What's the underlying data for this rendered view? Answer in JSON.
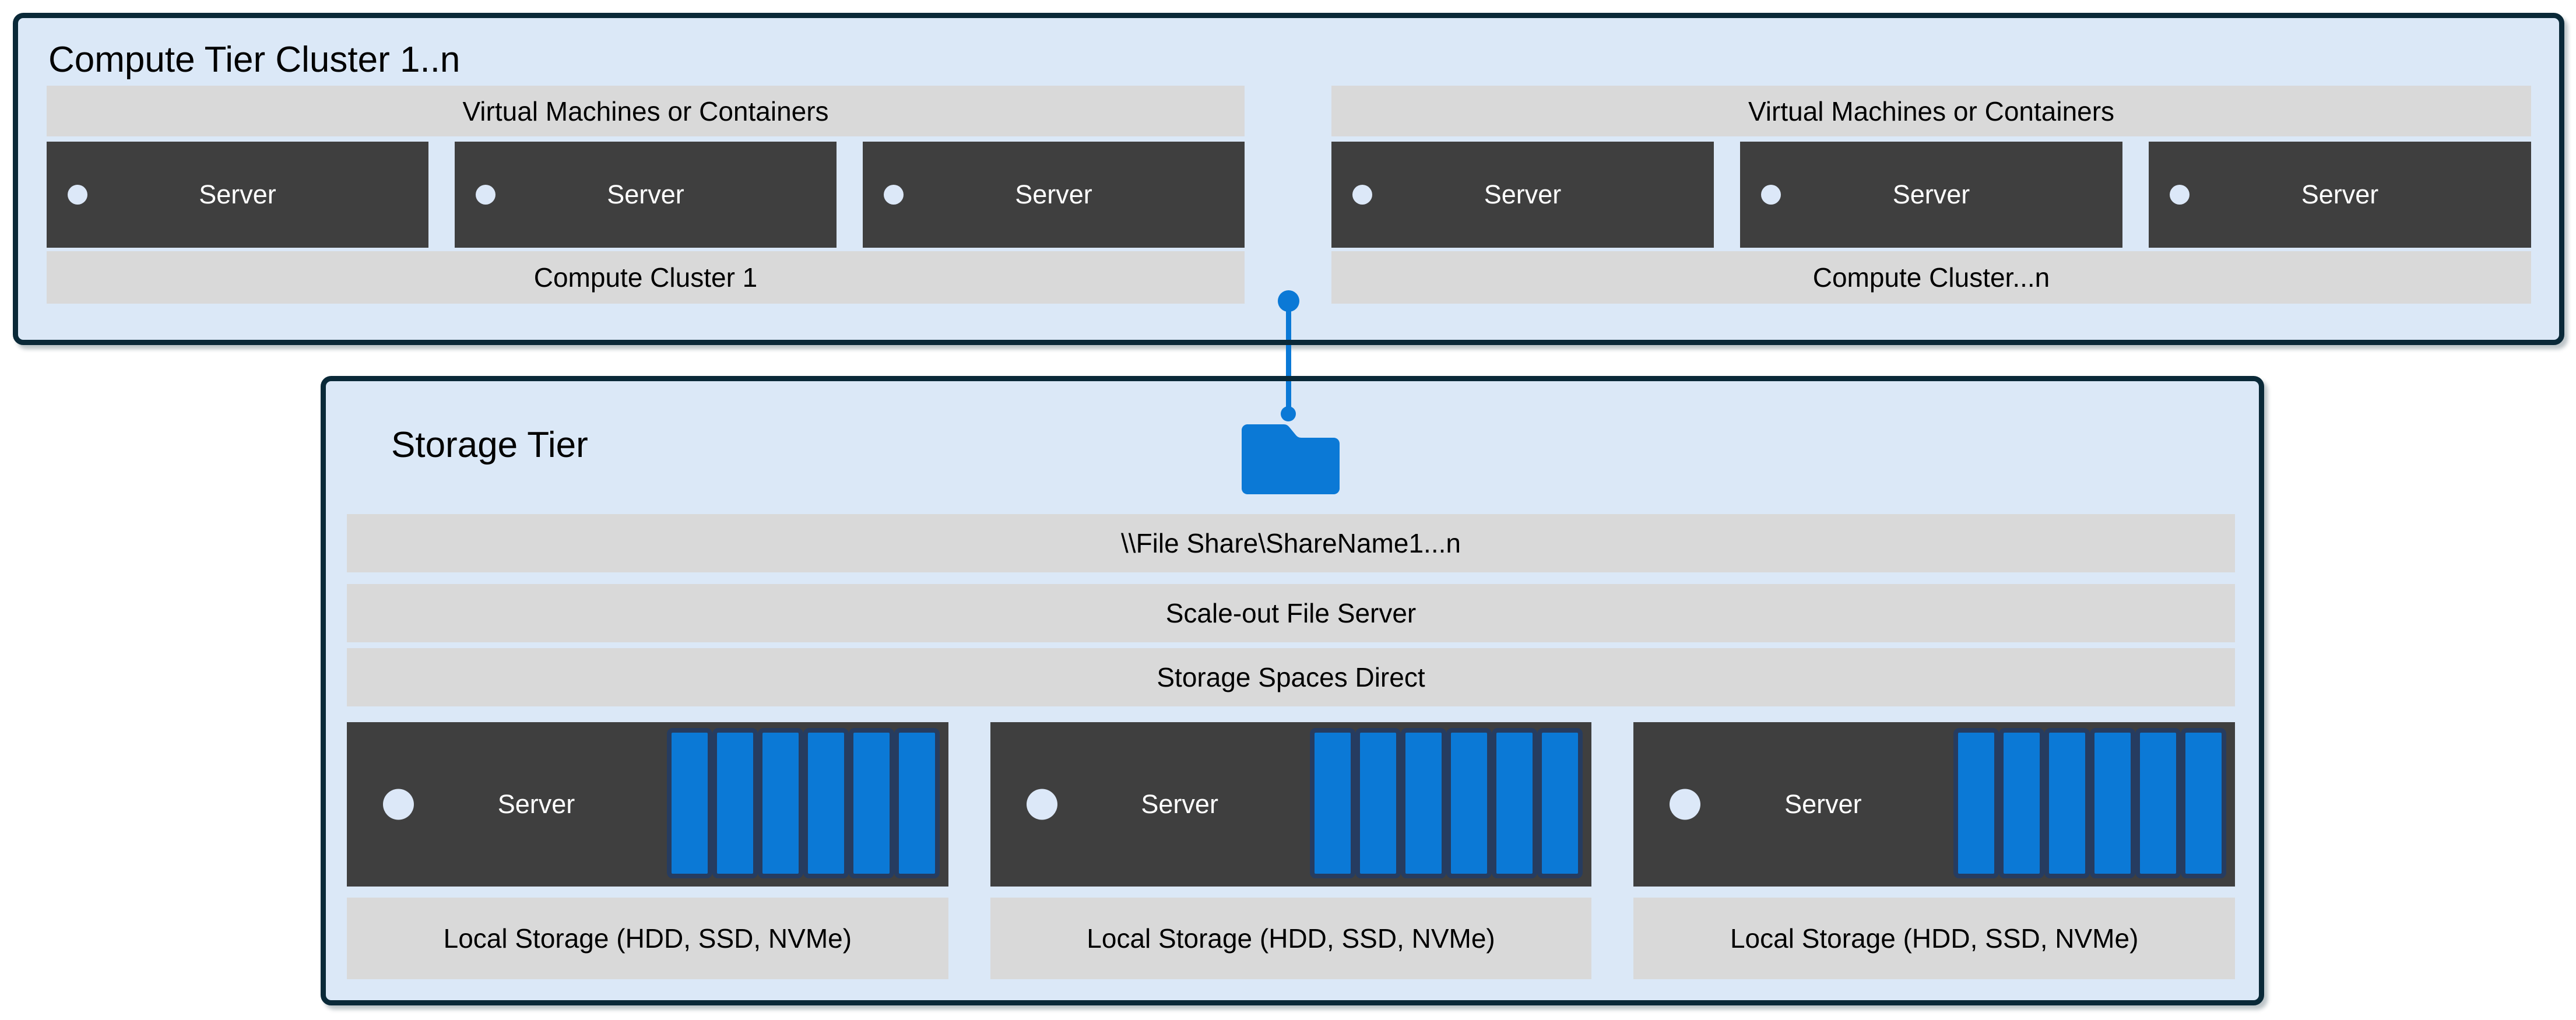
{
  "colors": {
    "page_bg": "#ffffff",
    "tier_fill": "#dbe8f7",
    "tier_border": "#0a2938",
    "bar_fill": "#d9d9d9",
    "server_fill": "#3f3f3f",
    "accent_blue": "#0b79d6",
    "disk_border": "#263c60",
    "circle_light": "#dce8f8"
  },
  "compute_tier": {
    "title": "Compute Tier Cluster 1..n",
    "clusters": [
      {
        "header": "Virtual Machines or Containers",
        "servers": [
          "Server",
          "Server",
          "Server"
        ],
        "footer": "Compute Cluster 1"
      },
      {
        "header": "Virtual Machines or Containers",
        "servers": [
          "Server",
          "Server",
          "Server"
        ],
        "footer": "Compute Cluster...n"
      }
    ]
  },
  "storage_tier": {
    "title": "Storage Tier",
    "icon": "folder-icon",
    "bars": [
      "\\\\File Share\\ShareName1...n",
      "Scale-out File Server",
      "Storage Spaces Direct"
    ],
    "servers": [
      {
        "label": "Server",
        "disk_count": 6,
        "footer": "Local Storage (HDD, SSD, NVMe)"
      },
      {
        "label": "Server",
        "disk_count": 6,
        "footer": "Local Storage (HDD, SSD, NVMe)"
      },
      {
        "label": "Server",
        "disk_count": 6,
        "footer": "Local Storage (HDD, SSD, NVMe)"
      }
    ]
  }
}
